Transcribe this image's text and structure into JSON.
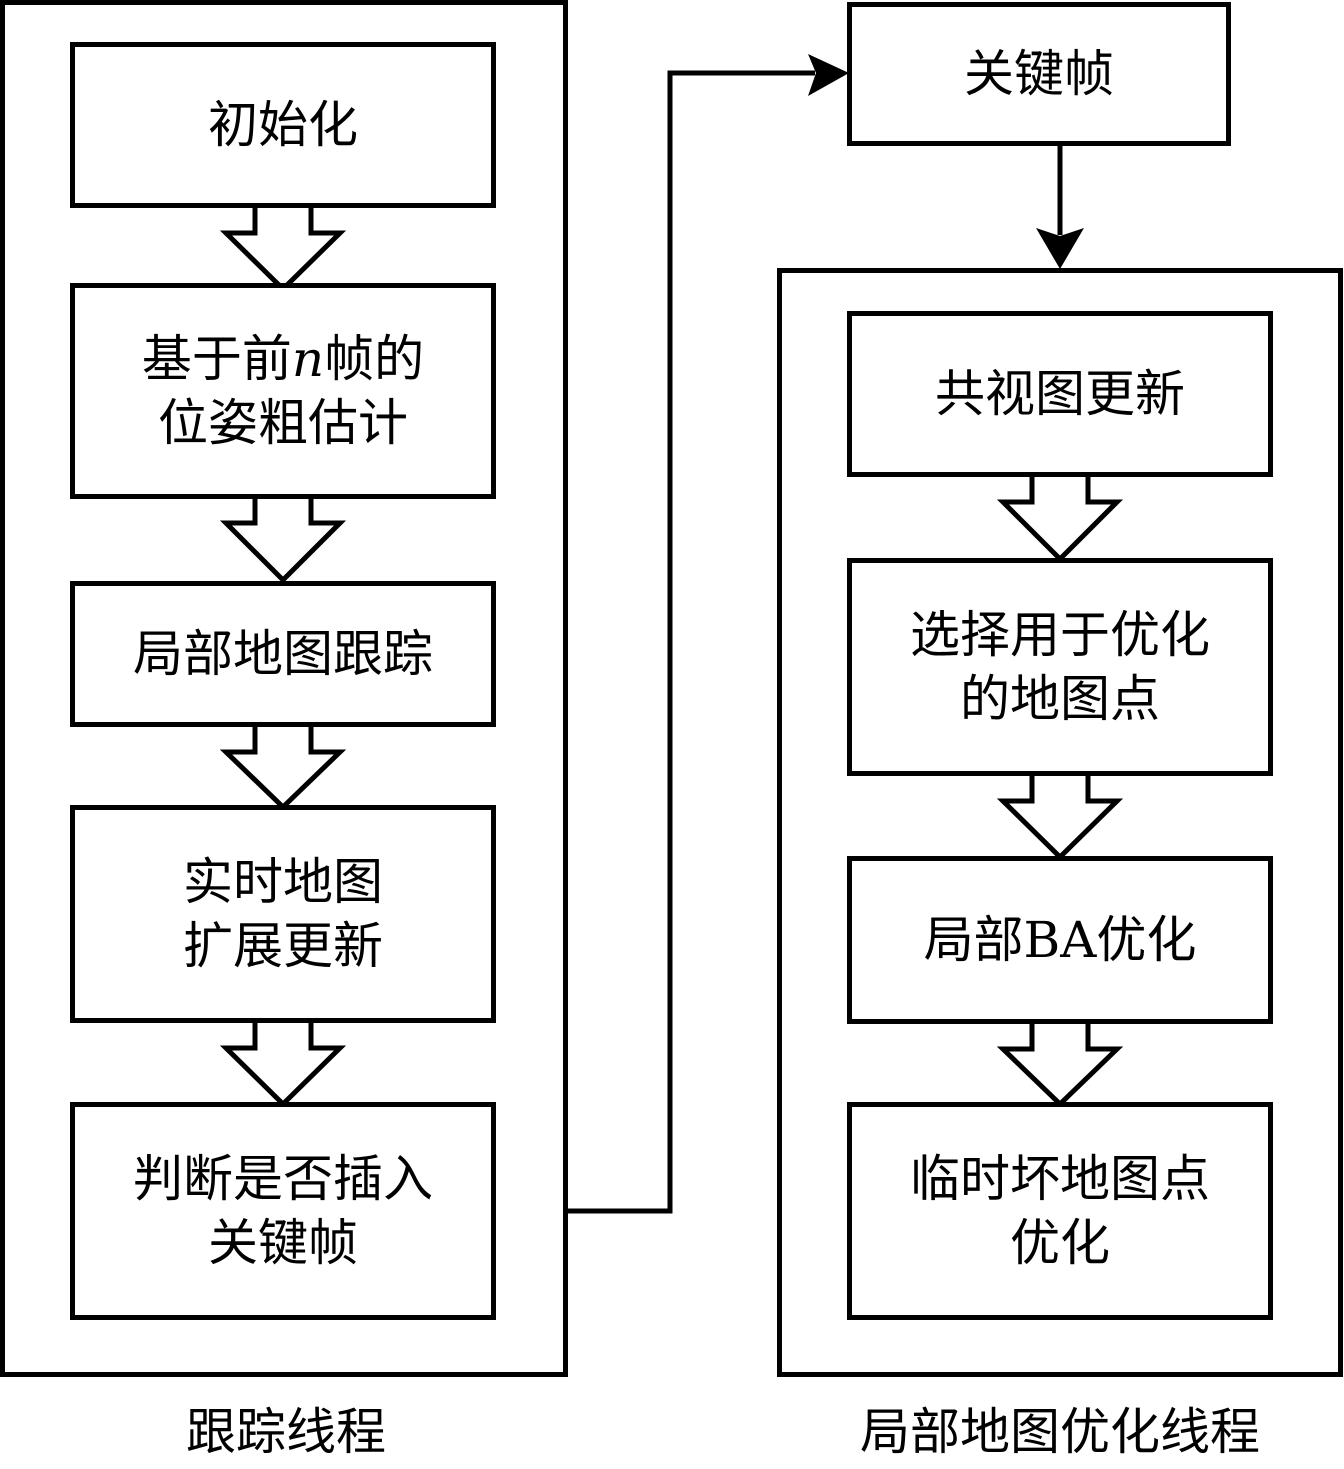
{
  "diagram": {
    "type": "flowchart",
    "colors": {
      "stroke": "#000000",
      "background": "#ffffff",
      "text": "#000000"
    },
    "tracking_thread": {
      "caption": "跟踪线程",
      "steps": [
        {
          "id": "init",
          "lines": [
            "初始化"
          ]
        },
        {
          "id": "pose-estimate",
          "lines": [
            "基于前",
            "帧的",
            "位姿粗估计"
          ],
          "variable": "n"
        },
        {
          "id": "local-map-tracking",
          "lines": [
            "局部地图跟踪"
          ]
        },
        {
          "id": "map-expand-update",
          "lines": [
            "实时地图",
            "扩展更新"
          ]
        },
        {
          "id": "keyframe-decision",
          "lines": [
            "判断是否插入",
            "关键帧"
          ]
        }
      ]
    },
    "keyframe": {
      "label": "关键帧"
    },
    "local_mapping_thread": {
      "caption": "局部地图优化线程",
      "steps": [
        {
          "id": "covisibility-update",
          "lines": [
            "共视图更新"
          ]
        },
        {
          "id": "select-map-points",
          "lines": [
            "选择用于优化",
            "的地图点"
          ]
        },
        {
          "id": "local-ba",
          "lines": [
            "局部BA优化"
          ]
        },
        {
          "id": "bad-point-cull",
          "lines": [
            "临时坏地图点",
            "优化"
          ]
        }
      ]
    },
    "edges": [
      {
        "from": "init",
        "to": "pose-estimate",
        "style": "block-arrow"
      },
      {
        "from": "pose-estimate",
        "to": "local-map-tracking",
        "style": "block-arrow"
      },
      {
        "from": "local-map-tracking",
        "to": "map-expand-update",
        "style": "block-arrow"
      },
      {
        "from": "map-expand-update",
        "to": "keyframe-decision",
        "style": "block-arrow"
      },
      {
        "from": "keyframe-decision",
        "to": "keyframe",
        "style": "line-arrow"
      },
      {
        "from": "keyframe",
        "to": "local_mapping_thread",
        "style": "line-arrow"
      },
      {
        "from": "covisibility-update",
        "to": "select-map-points",
        "style": "block-arrow"
      },
      {
        "from": "select-map-points",
        "to": "local-ba",
        "style": "block-arrow"
      },
      {
        "from": "local-ba",
        "to": "bad-point-cull",
        "style": "block-arrow"
      }
    ]
  }
}
